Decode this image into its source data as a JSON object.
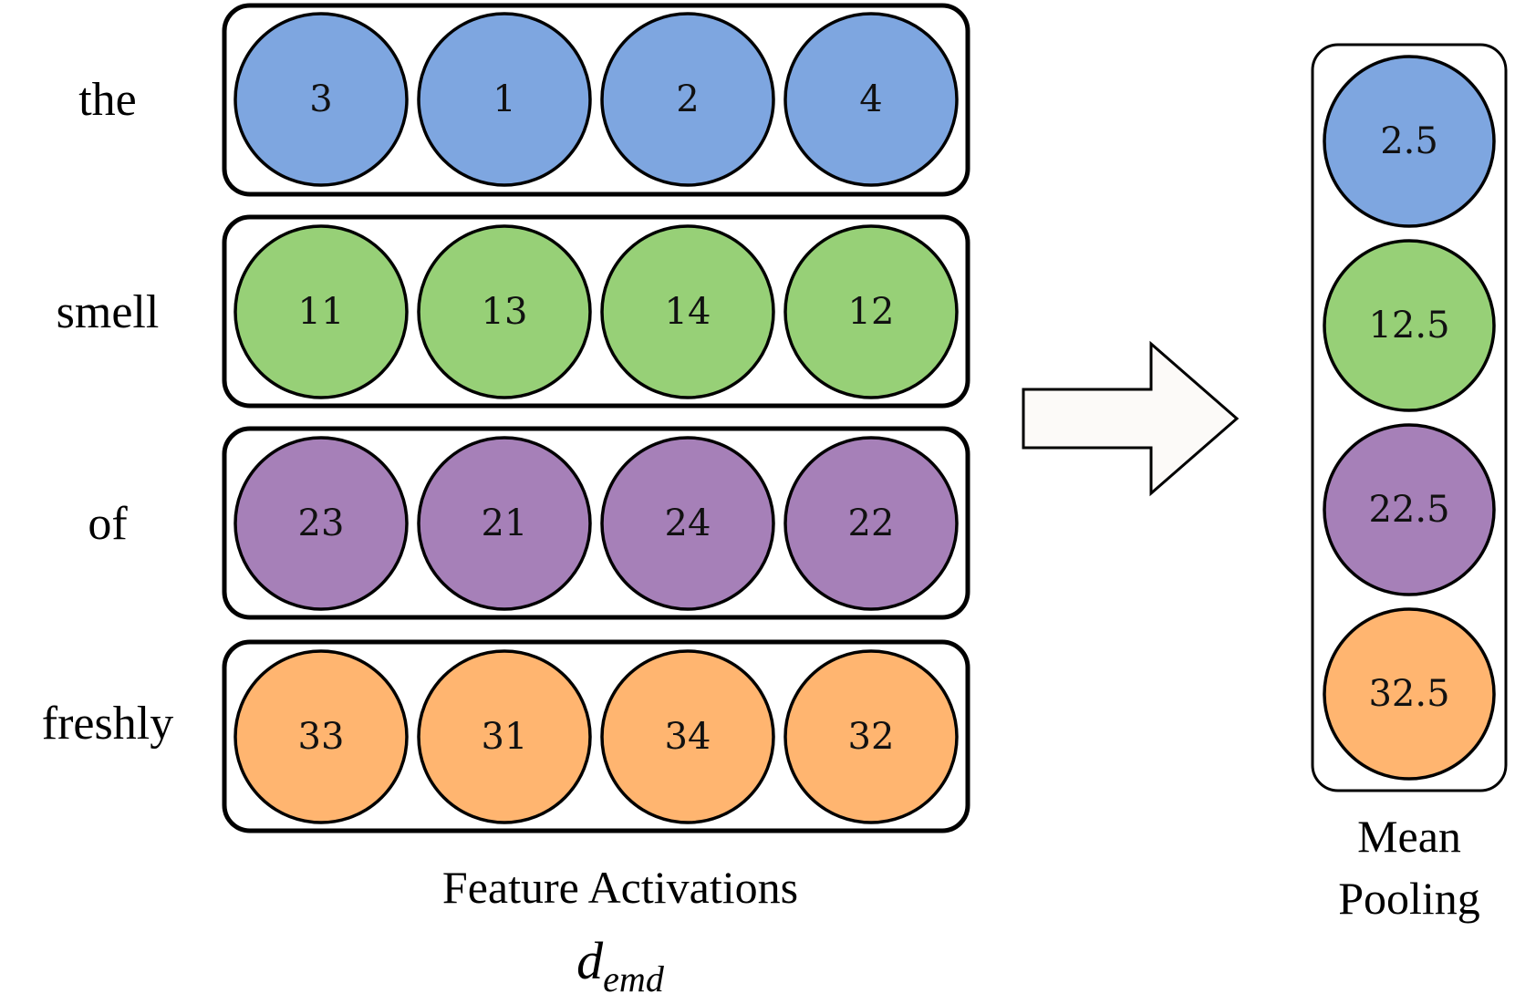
{
  "rows": [
    {
      "word": "the",
      "color": "#7ea6e0",
      "values": [
        "3",
        "1",
        "2",
        "4"
      ]
    },
    {
      "word": "smell",
      "color": "#97d077",
      "values": [
        "11",
        "13",
        "14",
        "12"
      ]
    },
    {
      "word": "of",
      "color": "#a680b8",
      "values": [
        "23",
        "21",
        "24",
        "22"
      ]
    },
    {
      "word": "freshly",
      "color": "#ffb570",
      "values": [
        "33",
        "31",
        "34",
        "32"
      ]
    }
  ],
  "pooled": {
    "values": [
      "2.5",
      "12.5",
      "22.5",
      "32.5"
    ],
    "caption_line1": "Mean",
    "caption_line2": "Pooling"
  },
  "feature_caption": "Feature Activations",
  "dimension_label": {
    "base": "d",
    "subscript": "emd"
  },
  "arrow": {
    "fill": "#fcfaf8"
  }
}
